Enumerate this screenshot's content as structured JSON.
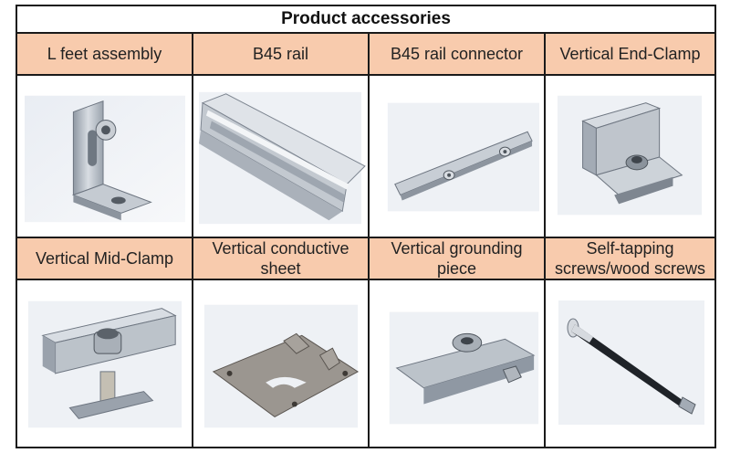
{
  "title": "Product accessories",
  "rows": [
    {
      "items": [
        {
          "label": "L feet assembly",
          "icon": "l-feet-assembly-icon"
        },
        {
          "label": "B45 rail",
          "icon": "b45-rail-icon"
        },
        {
          "label": "B45 rail connector",
          "icon": "b45-rail-connector-icon"
        },
        {
          "label": "Vertical End-Clamp",
          "icon": "vertical-end-clamp-icon"
        }
      ]
    },
    {
      "items": [
        {
          "label": "Vertical Mid-Clamp",
          "icon": "vertical-mid-clamp-icon"
        },
        {
          "label": "Vertical conductive sheet",
          "icon": "vertical-conductive-sheet-icon"
        },
        {
          "label": "Vertical grounding piece",
          "icon": "vertical-grounding-piece-icon"
        },
        {
          "label": "Self-tapping screws/wood screws",
          "icon": "self-tapping-screw-icon"
        }
      ]
    }
  ],
  "colors": {
    "header_bg": "#f8cbad",
    "border": "#1a1a1a",
    "metal": "#b8bfc8"
  }
}
